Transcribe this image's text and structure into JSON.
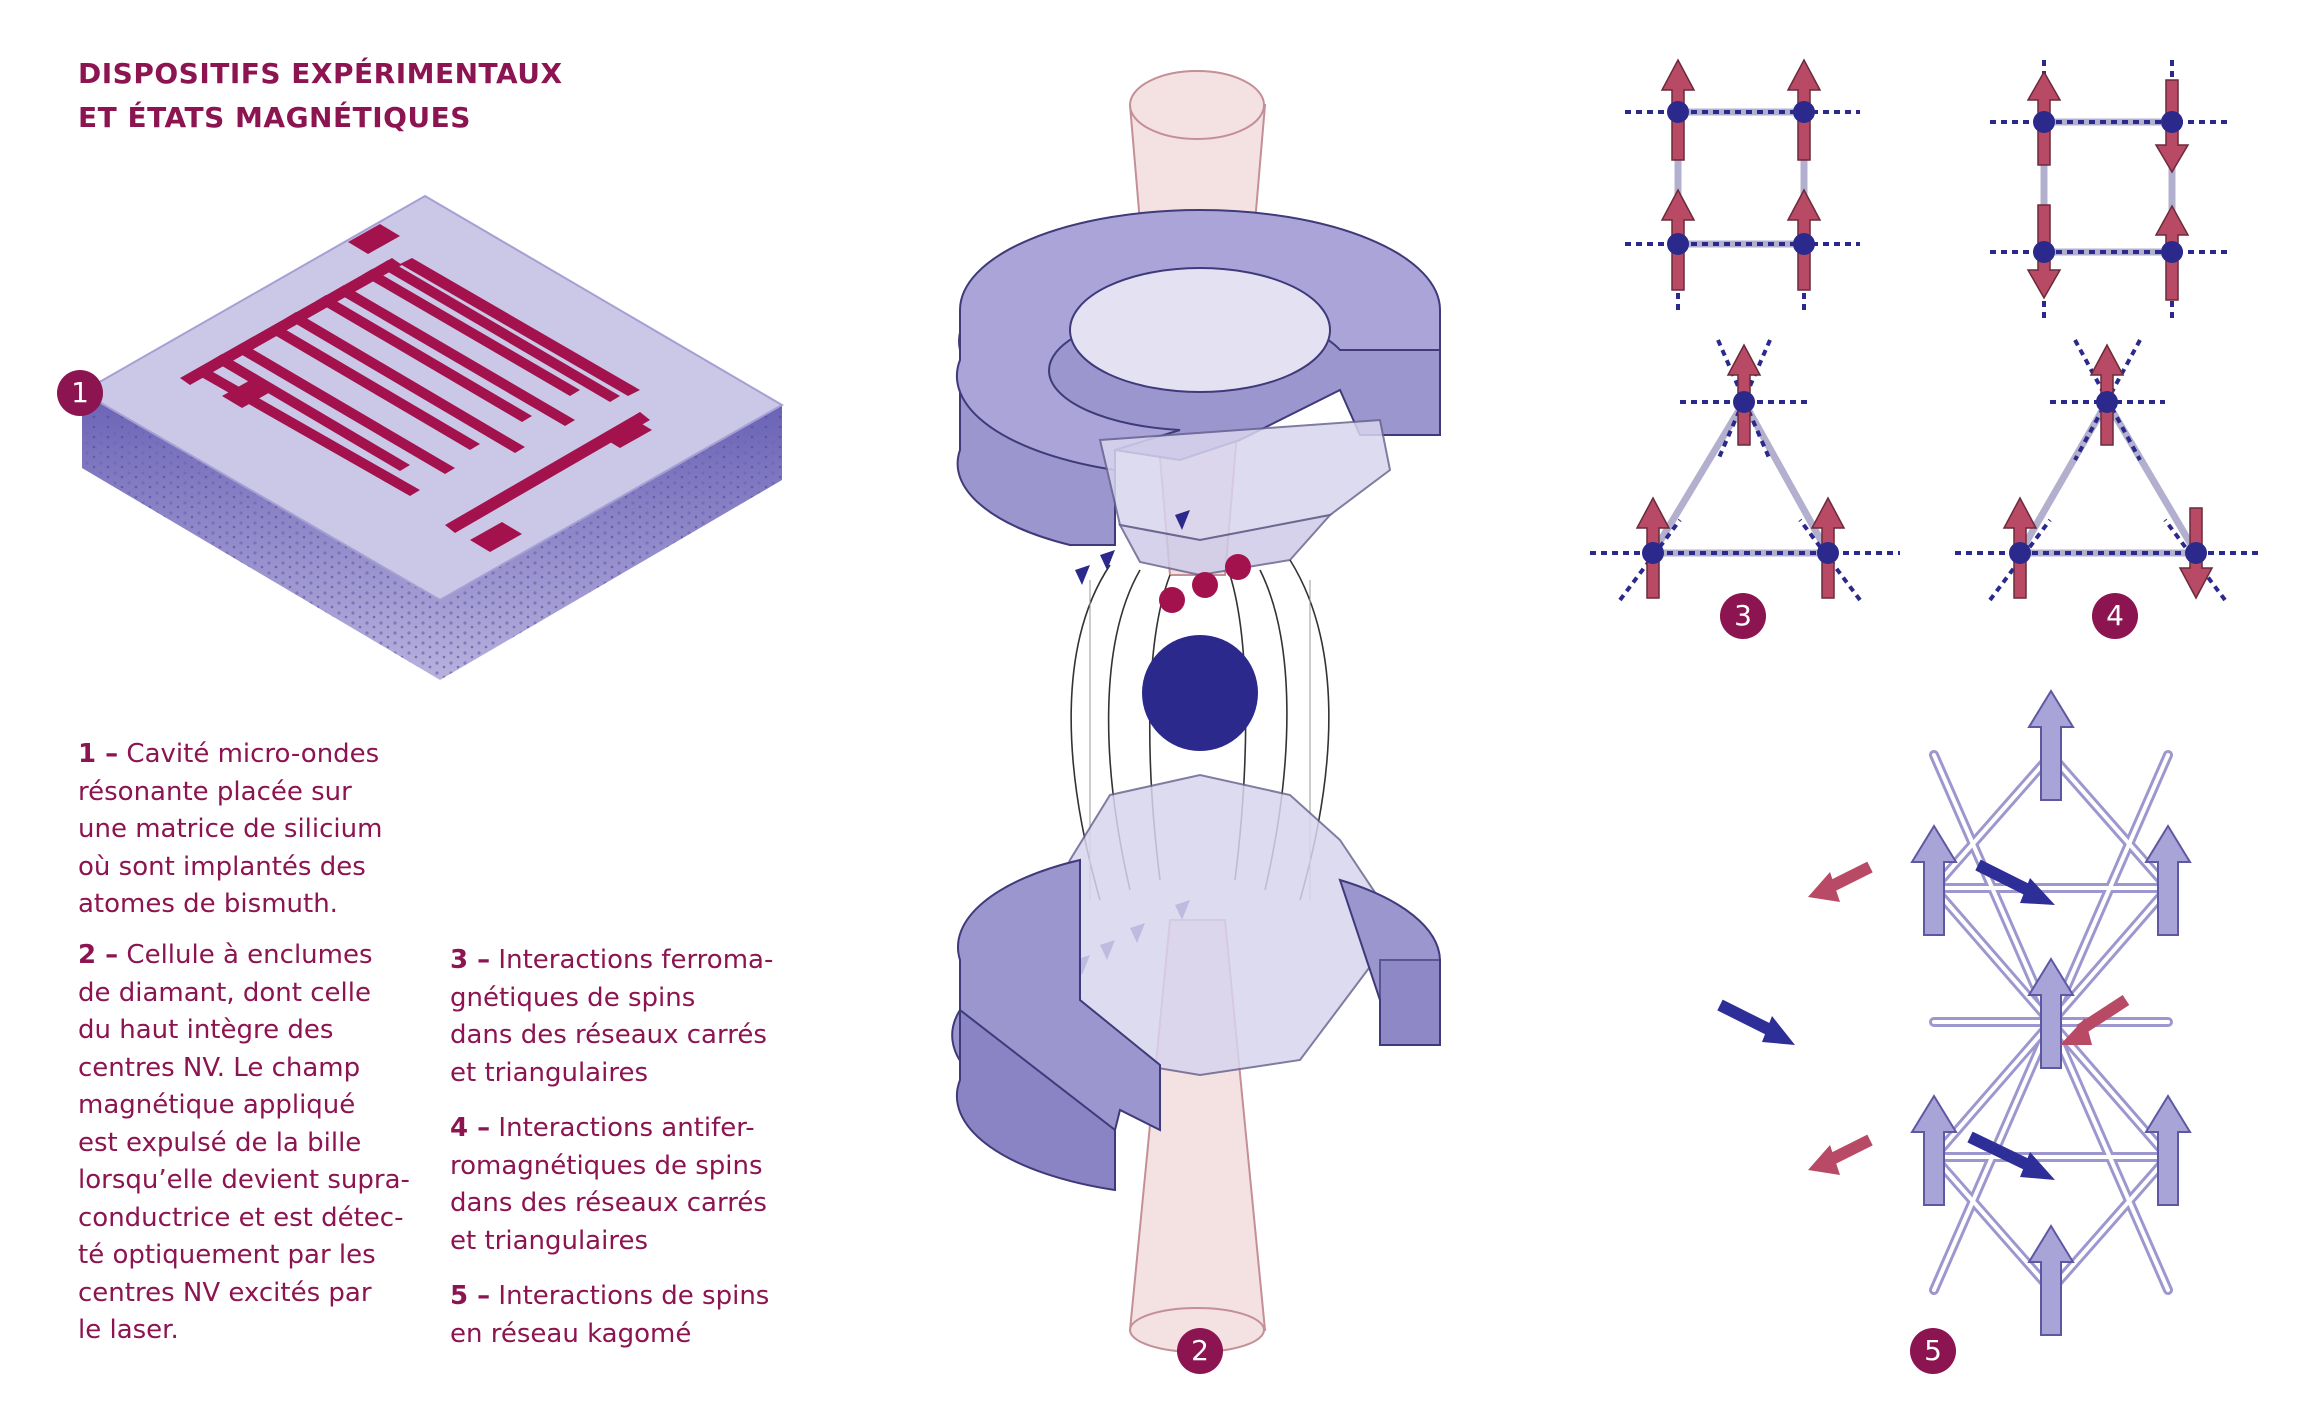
{
  "heading": {
    "line1": "DISPOSITIFS EXPÉRIMENTAUX",
    "line2": "ET ÉTATS MAGNÉTIQUES"
  },
  "captions": [
    {
      "num": "1 –",
      "lines": [
        "Cavité micro-ondes",
        "résonante placée sur",
        "une matrice de silicium",
        "où sont implantés des",
        "atomes de bismuth."
      ]
    },
    {
      "num": "2 –",
      "lines": [
        "Cellule à enclumes",
        "de diamant, dont celle",
        "du haut intègre des",
        "centres NV. Le champ",
        "magnétique appliqué",
        "est expulsé de la bille",
        "lorsqu’elle devient supra-",
        "conductrice et est détec-",
        "té optiquement par les",
        "centres NV excités par",
        "le laser."
      ]
    },
    {
      "num": "3 –",
      "lines": [
        "Interactions ferroma-",
        "gnétiques de spins",
        "dans des réseaux carrés",
        "et triangulaires"
      ]
    },
    {
      "num": "4 –",
      "lines": [
        "Interactions antifer-",
        "romagnétiques de spins",
        "dans des réseaux carrés",
        "et triangulaires"
      ]
    },
    {
      "num": "5 –",
      "lines": [
        "Interactions de spins",
        "en réseau kagomé"
      ]
    }
  ],
  "badges": {
    "b1": "1",
    "b2": "2",
    "b3": "3",
    "b4": "4",
    "b5": "5"
  },
  "colors": {
    "accent": "#8c1450",
    "lavender_light": "#c9c4e2",
    "lavender": "#9d97cf",
    "lavender_dark": "#6f67b3",
    "navy": "#2b2a8c",
    "pink_beam": "#f2dede",
    "spin_red": "#b84a66",
    "spin_blue": "#2e2e98"
  },
  "icons": {
    "cavity": "microwave-cavity-icon",
    "anvil_cell": "diamond-anvil-cell-icon",
    "spin_up": "spin-up-arrow-icon",
    "spin_down": "spin-down-arrow-icon"
  }
}
